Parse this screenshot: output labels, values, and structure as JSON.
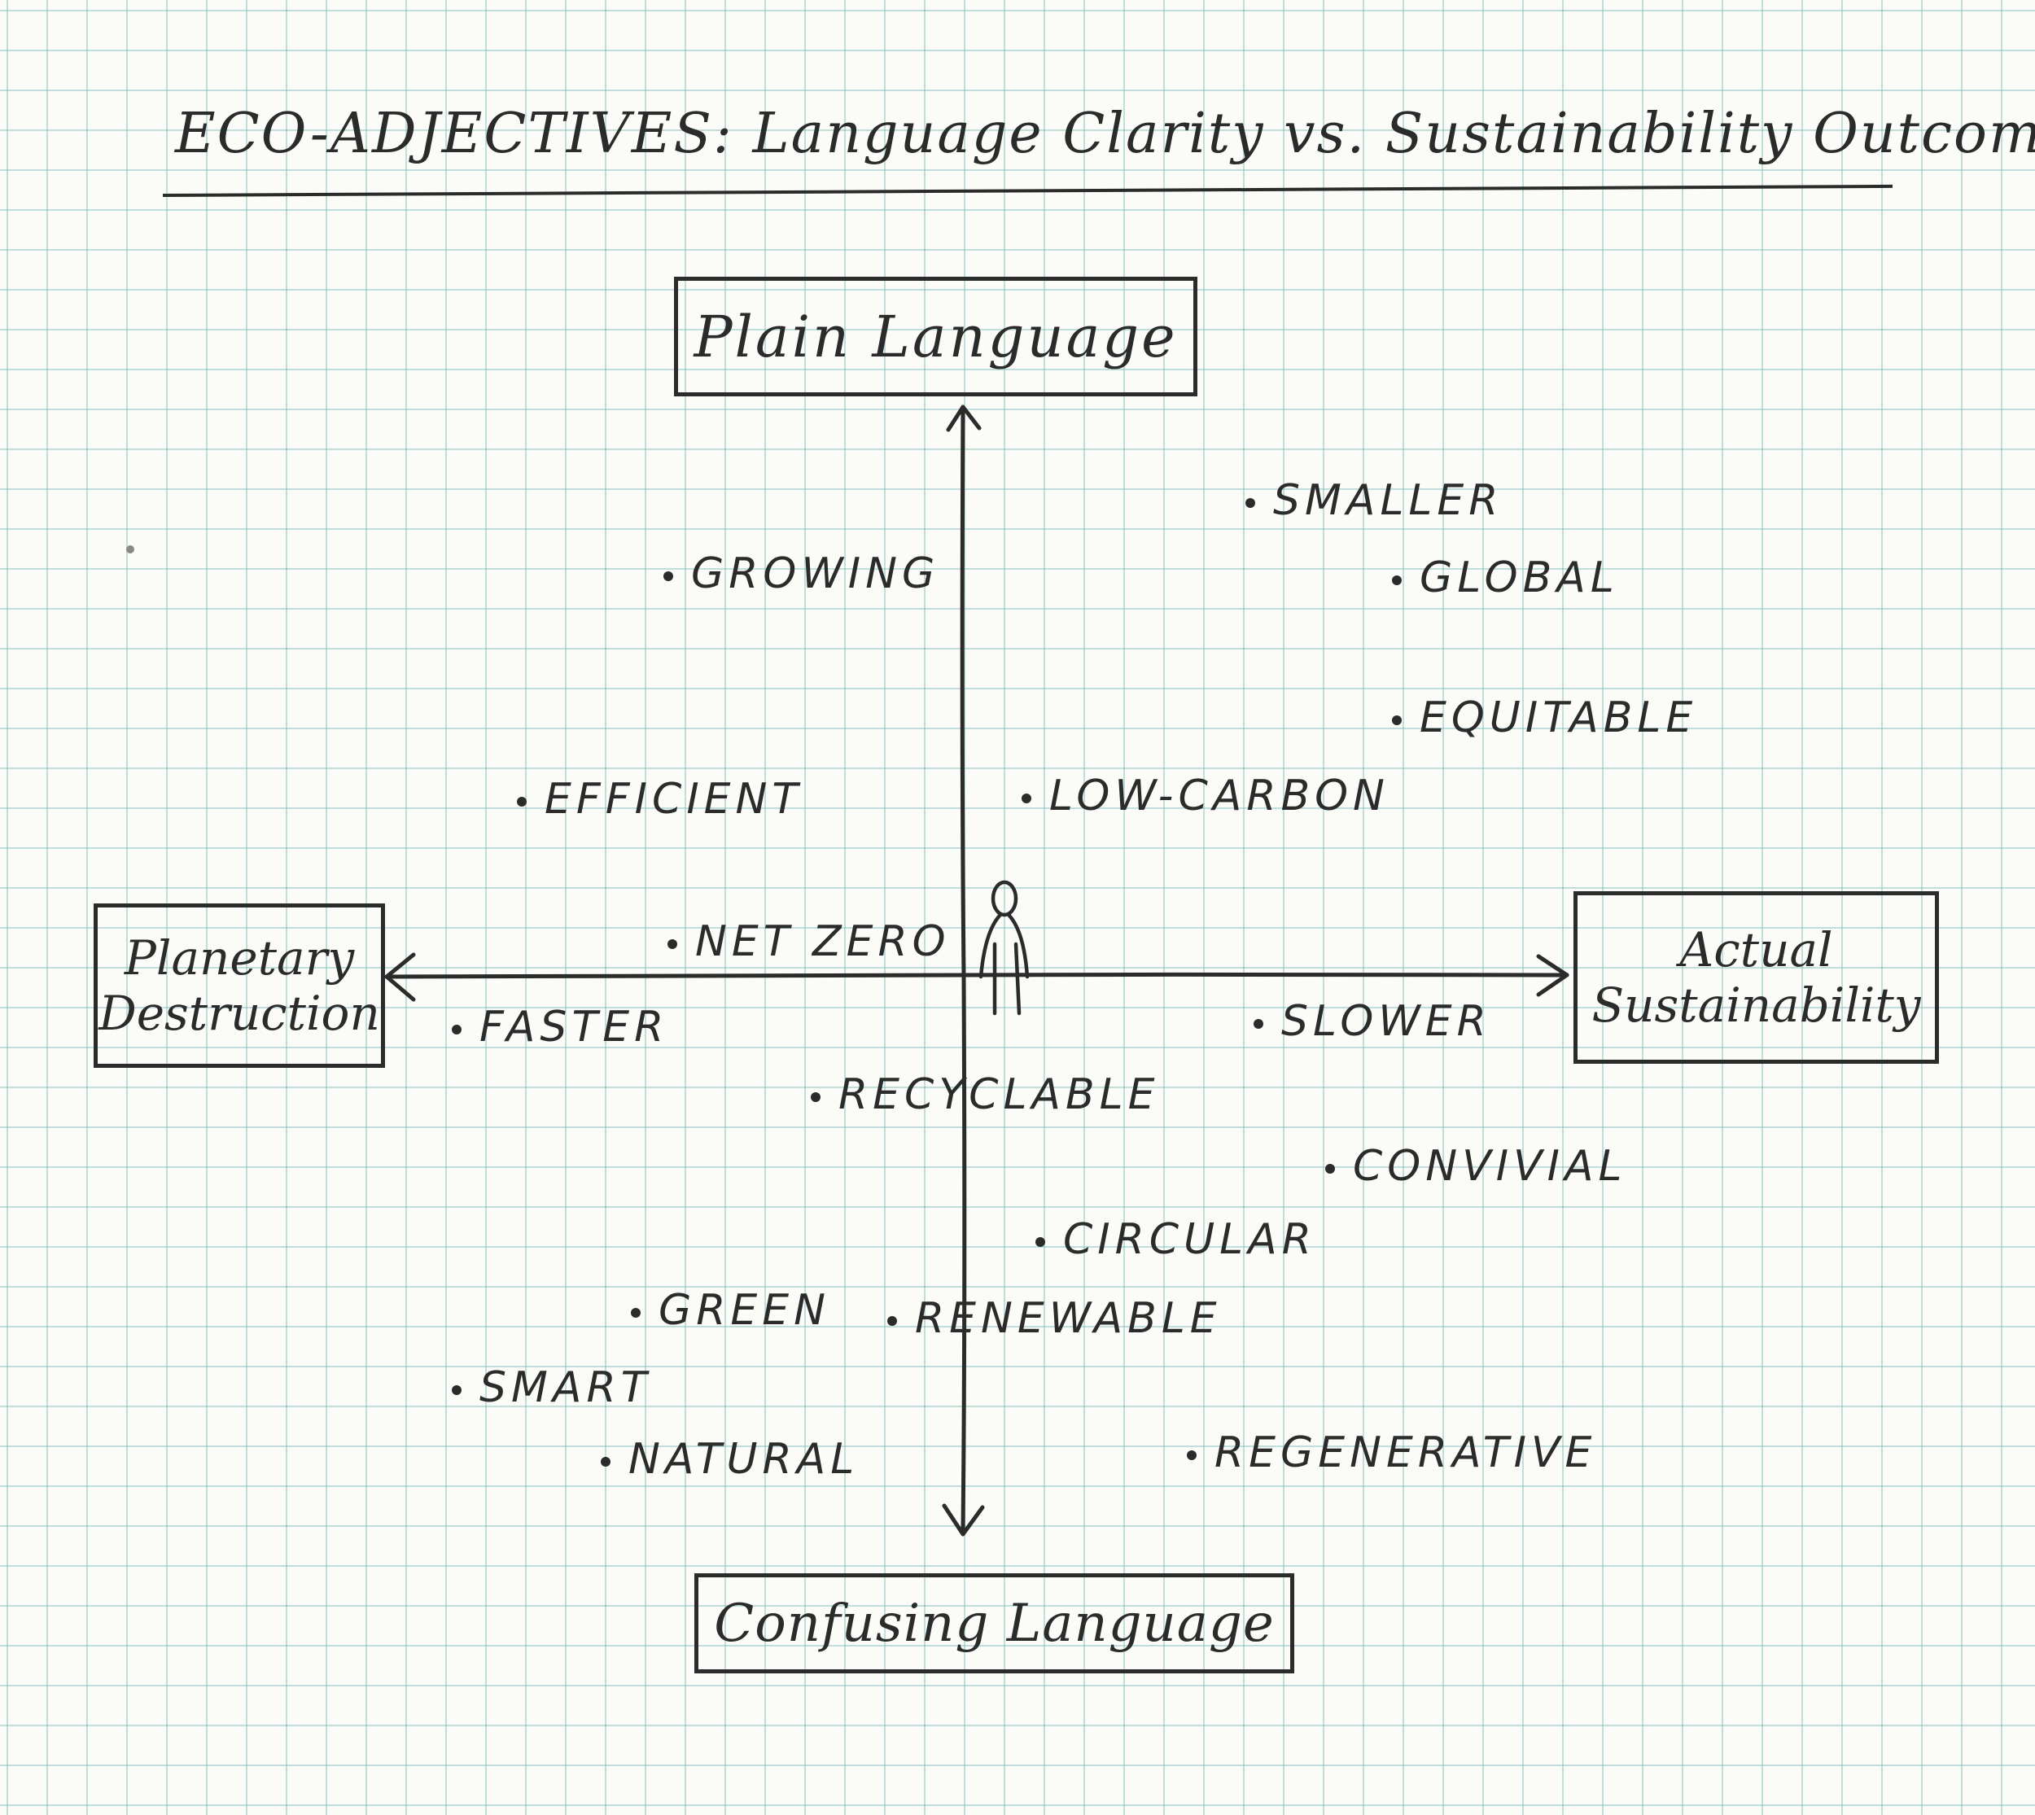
{
  "title": "ECO-ADJECTIVES: Language Clarity vs. Sustainability Outcome",
  "axes": {
    "top": "Plain Language",
    "bottom": "Confusing Language",
    "left_line1": "Planetary",
    "left_line2": "Destruction",
    "right_line1": "Actual",
    "right_line2": "Sustainability"
  },
  "figure_icon": "stick-figure-icon",
  "terms": [
    {
      "id": "smaller",
      "label": "SMALLER"
    },
    {
      "id": "growing",
      "label": "GROWING"
    },
    {
      "id": "global",
      "label": "GLOBAL"
    },
    {
      "id": "equitable",
      "label": "EQUITABLE"
    },
    {
      "id": "efficient",
      "label": "EFFICIENT"
    },
    {
      "id": "low-carbon",
      "label": "LOW-CARBON"
    },
    {
      "id": "net-zero",
      "label": "NET ZERO"
    },
    {
      "id": "faster",
      "label": "FASTER"
    },
    {
      "id": "slower",
      "label": "SLOWER"
    },
    {
      "id": "recyclable",
      "label": "RECYCLABLE"
    },
    {
      "id": "convivial",
      "label": "CONVIVIAL"
    },
    {
      "id": "circular",
      "label": "CIRCULAR"
    },
    {
      "id": "green",
      "label": "GREEN"
    },
    {
      "id": "renewable",
      "label": "RENEWABLE"
    },
    {
      "id": "smart",
      "label": "SMART"
    },
    {
      "id": "natural",
      "label": "NATURAL"
    },
    {
      "id": "regenerative",
      "label": "REGENERATIVE"
    }
  ]
}
